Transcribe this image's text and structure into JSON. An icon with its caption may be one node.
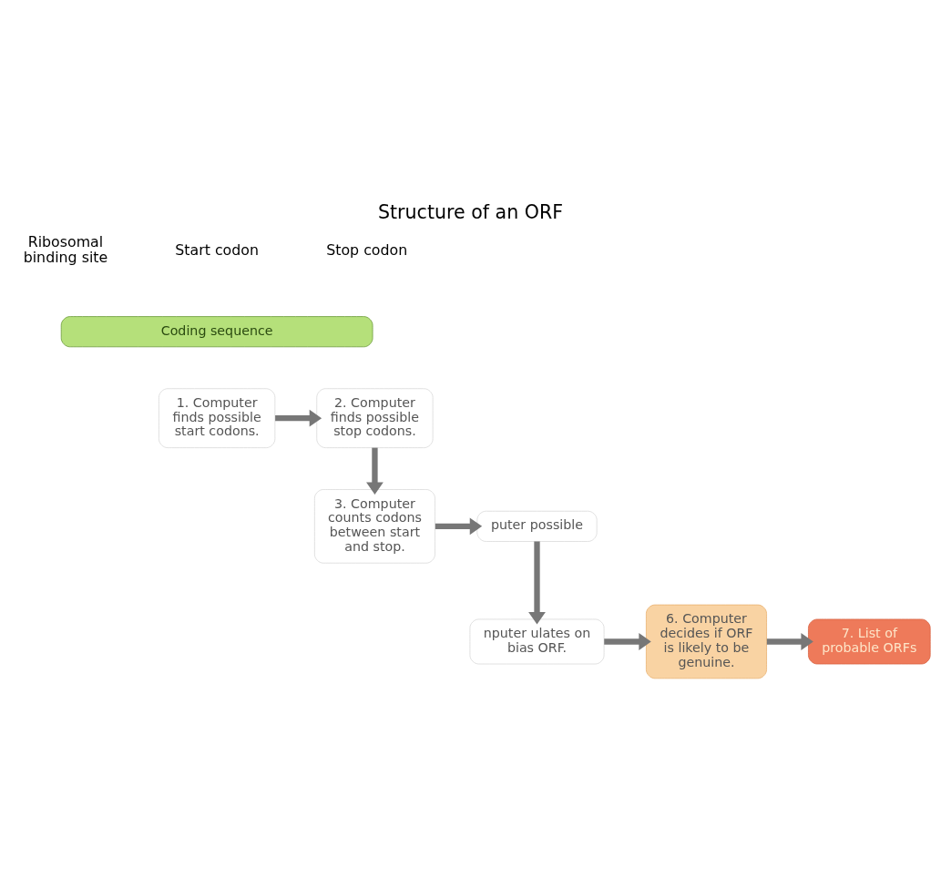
{
  "diagram": {
    "title": "Structure of an ORF",
    "nodes": [
      {
        "text": [
          "Coding sequence"
        ]
      },
      {
        "text": [
          "1. Computer finds possible start codons."
        ]
      },
      {
        "text": [
          "2. Computer finds possible stop codons."
        ]
      },
      {
        "text": [
          "3. Computer counts codons between start and stop."
        ]
      },
      {
        "text": [
          "puter possible"
        ]
      },
      {
        "text": [
          "nputer ulates on bias ORF."
        ]
      },
      {
        "text": [
          "6. Computer decides if ORF is likely to be genuine."
        ]
      },
      {
        "text": [
          "7. List of probable ORFs"
        ]
      }
    ],
    "edges": [
      {
        "from": 1,
        "to": 2,
        "arrow": "to"
      },
      {
        "from": 2,
        "to": 3,
        "arrow": "to"
      },
      {
        "from": 3,
        "to": 4,
        "arrow": "to"
      },
      {
        "from": 4,
        "to": 5,
        "arrow": "to"
      },
      {
        "from": 5,
        "to": 6,
        "arrow": "to"
      },
      {
        "from": 6,
        "to": 7,
        "arrow": "to"
      }
    ],
    "labels": [
      "Ribosomal binding site",
      "Start codon",
      "Stop codon"
    ]
  }
}
